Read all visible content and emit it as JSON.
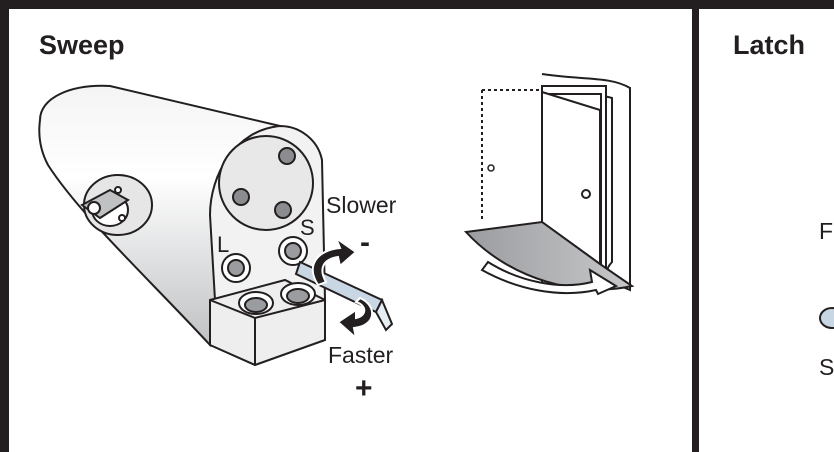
{
  "left_panel": {
    "title": "Sweep",
    "slower_label": "Slower",
    "slower_sign": "-",
    "faster_label": "Faster",
    "faster_sign": "+",
    "valve_left_letter": "L",
    "valve_right_letter": "S"
  },
  "right_panel": {
    "title": "Latch",
    "partial_label_1": "F",
    "partial_label_2": "S"
  },
  "icons": [
    "door-closer-body-icon",
    "hex-wrench-icon",
    "rotation-arrow-icon",
    "door-sweep-icon"
  ],
  "colors": {
    "ink": "#231f20",
    "metal": "#d9d9d9",
    "shade": "#a7a9ac"
  }
}
